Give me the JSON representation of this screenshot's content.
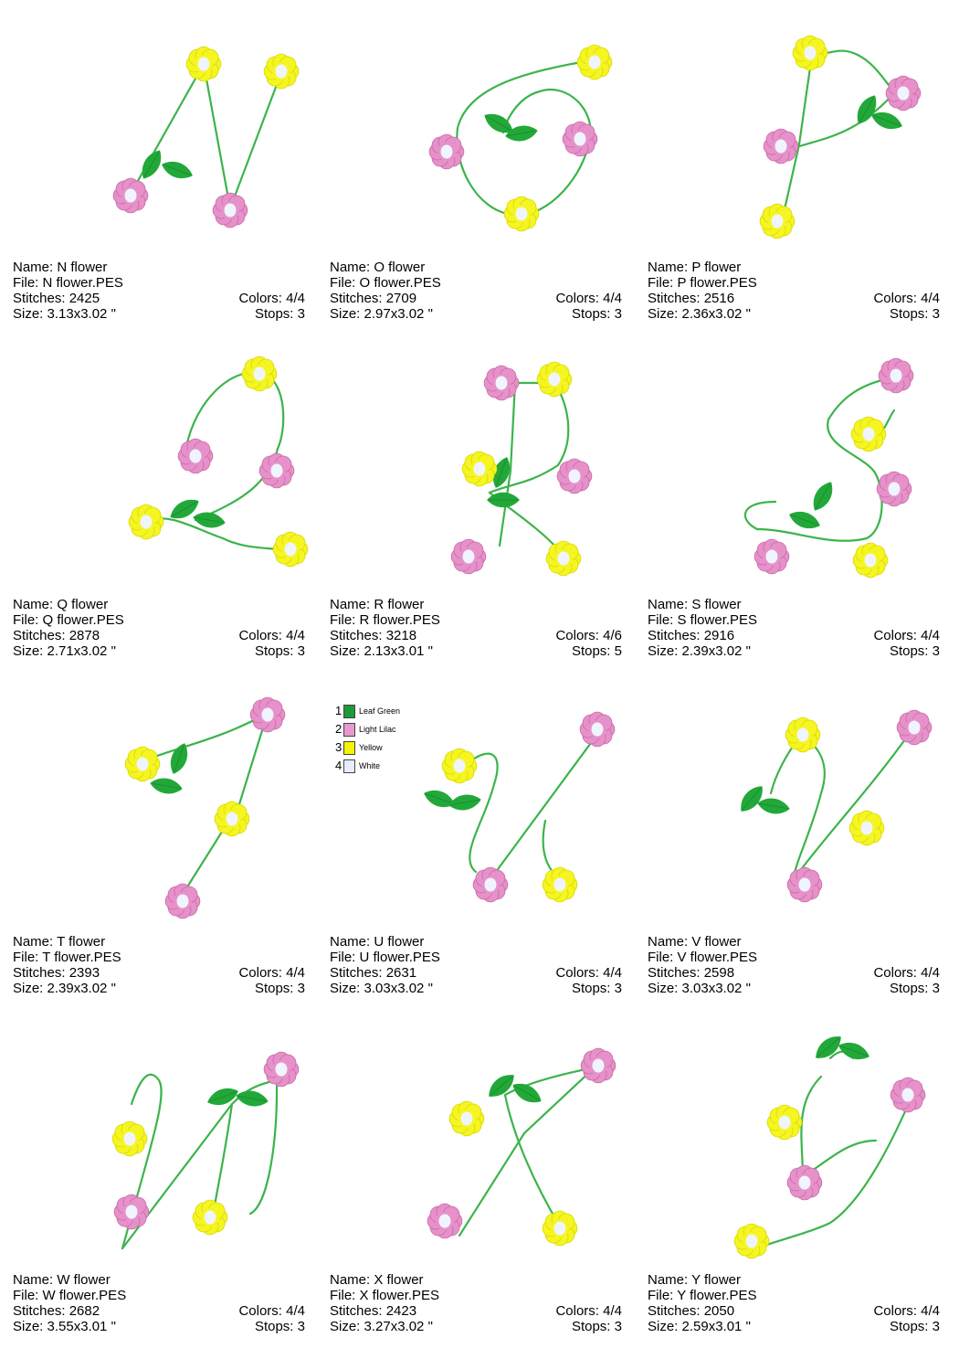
{
  "labels": {
    "name": "Name:",
    "file": "File:",
    "stitches": "Stitches:",
    "size": "Size:",
    "colors": "Colors:",
    "stops": "Stops:"
  },
  "colors": {
    "stem": "#3cb44b",
    "leaf": "#22a838",
    "yellow": "#f5f522",
    "yellow_dark": "#d8d800",
    "pink": "#e691c9",
    "pink_dark": "#c86aa8",
    "center": "#f0f4ff"
  },
  "designs": [
    {
      "name": "N flower",
      "file": "N flower.PES",
      "stitches": "2425",
      "size": "3.13x3.02 \"",
      "colors": "4/4",
      "stops": "3"
    },
    {
      "name": "O flower",
      "file": "O flower.PES",
      "stitches": "2709",
      "size": "2.97x3.02 \"",
      "colors": "4/4",
      "stops": "3"
    },
    {
      "name": "P flower",
      "file": "P flower.PES",
      "stitches": "2516",
      "size": "2.36x3.02 \"",
      "colors": "4/4",
      "stops": "3"
    },
    {
      "name": "Q flower",
      "file": "Q flower.PES",
      "stitches": "2878",
      "size": "2.71x3.02 \"",
      "colors": "4/4",
      "stops": "3"
    },
    {
      "name": "R flower",
      "file": "R flower.PES",
      "stitches": "3218",
      "size": "2.13x3.01 \"",
      "colors": "4/6",
      "stops": "5"
    },
    {
      "name": "S flower",
      "file": "S flower.PES",
      "stitches": "2916",
      "size": "2.39x3.02 \"",
      "colors": "4/4",
      "stops": "3"
    },
    {
      "name": "T flower",
      "file": "T flower.PES",
      "stitches": "2393",
      "size": "2.39x3.02 \"",
      "colors": "4/4",
      "stops": "3"
    },
    {
      "name": "U flower",
      "file": "U flower.PES",
      "stitches": "2631",
      "size": "3.03x3.02 \"",
      "colors": "4/4",
      "stops": "3"
    },
    {
      "name": "V flower",
      "file": "V flower.PES",
      "stitches": "2598",
      "size": "3.03x3.02 \"",
      "colors": "4/4",
      "stops": "3"
    },
    {
      "name": "W flower",
      "file": "W flower.PES",
      "stitches": "2682",
      "size": "3.55x3.01 \"",
      "colors": "4/4",
      "stops": "3"
    },
    {
      "name": "X flower",
      "file": "X flower.PES",
      "stitches": "2423",
      "size": "3.27x3.02 \"",
      "colors": "4/4",
      "stops": "3"
    },
    {
      "name": "Y flower",
      "file": "Y flower.PES",
      "stitches": "2050",
      "size": "2.59x3.01 \"",
      "colors": "4/4",
      "stops": "3"
    }
  ],
  "legend": [
    {
      "num": "1",
      "label": "Leaf Green",
      "color": "#1e9a3c"
    },
    {
      "num": "2",
      "label": "Light Lilac",
      "color": "#e69ad0"
    },
    {
      "num": "3",
      "label": "Yellow",
      "color": "#f5f500"
    },
    {
      "num": "4",
      "label": "White",
      "color": "#e8eeff"
    }
  ]
}
